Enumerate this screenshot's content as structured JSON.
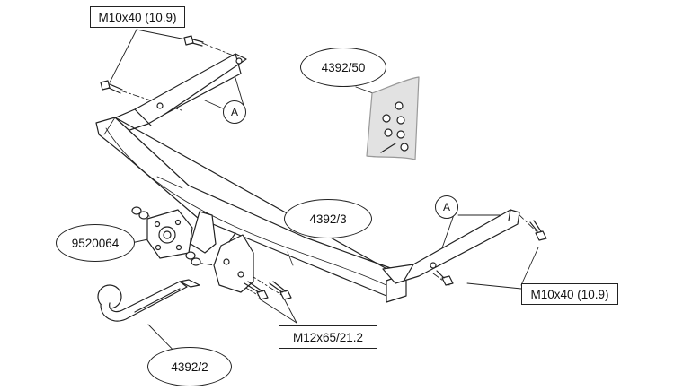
{
  "labels": {
    "bolt_top": "M10x40 (10.9)",
    "bolt_right": "M10x40 (10.9)",
    "bolt_bottom": "M12x65/21.2",
    "kit": "4392/50",
    "crossbar": "4392/3",
    "socket": "9520064",
    "towball": "4392/2",
    "ref_left": "A",
    "ref_right": "A"
  }
}
